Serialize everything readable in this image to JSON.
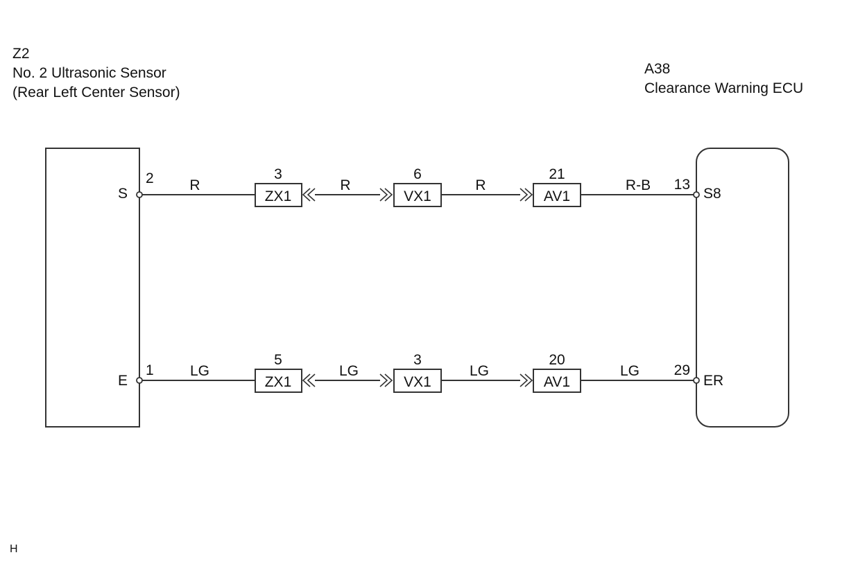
{
  "left_component": {
    "code": "Z2",
    "name": "No. 2 Ultrasonic Sensor",
    "detail": "(Rear Left Center Sensor)"
  },
  "right_component": {
    "code": "A38",
    "name": "Clearance Warning ECU"
  },
  "footer_code": "H",
  "circuits": [
    {
      "left_terminal": "S",
      "left_pin": "2",
      "right_terminal": "S8",
      "right_pin": "13",
      "wire_colors": [
        "R",
        "R",
        "R",
        "R-B"
      ],
      "connectors": [
        {
          "name": "ZX1",
          "pin": "3"
        },
        {
          "name": "VX1",
          "pin": "6"
        },
        {
          "name": "AV1",
          "pin": "21"
        }
      ]
    },
    {
      "left_terminal": "E",
      "left_pin": "1",
      "right_terminal": "ER",
      "right_pin": "29",
      "wire_colors": [
        "LG",
        "LG",
        "LG",
        "LG"
      ],
      "connectors": [
        {
          "name": "ZX1",
          "pin": "5"
        },
        {
          "name": "VX1",
          "pin": "3"
        },
        {
          "name": "AV1",
          "pin": "20"
        }
      ]
    }
  ]
}
